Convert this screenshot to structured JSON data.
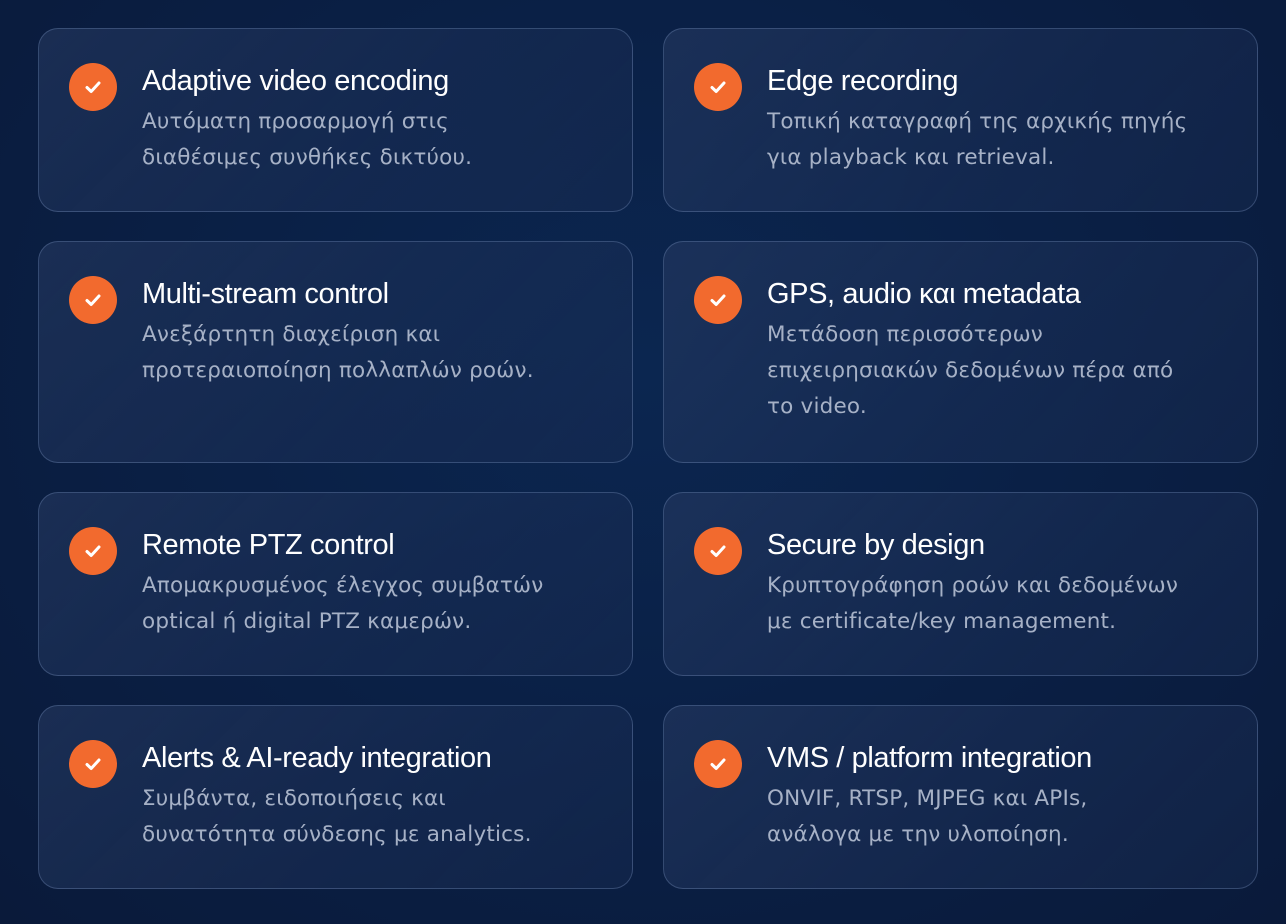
{
  "features": [
    {
      "title": "Adaptive video encoding",
      "lines": [
        "Αυτόματη προσαρμογή στις",
        "διαθέσιμες συνθήκες δικτύου."
      ]
    },
    {
      "title": "Edge recording",
      "lines": [
        "Τοπική καταγραφή της αρχικής πηγής",
        "για playback και retrieval."
      ]
    },
    {
      "title": "Multi-stream control",
      "lines": [
        "Ανεξάρτητη διαχείριση και",
        "προτεραιοποίηση πολλαπλών ροών."
      ]
    },
    {
      "title": "GPS, audio και metadata",
      "lines": [
        "Μετάδοση περισσότερων",
        "επιχειρησιακών δεδομένων πέρα από",
        "το video."
      ]
    },
    {
      "title": "Remote PTZ control",
      "lines": [
        "Απομακρυσμένος έλεγχος συμβατών",
        "optical ή digital PTZ καμερών."
      ]
    },
    {
      "title": "Secure by design",
      "lines": [
        "Κρυπτογράφηση ροών και δεδομένων",
        "με certificate/key management."
      ]
    },
    {
      "title": "Alerts & AI-ready integration",
      "lines": [
        "Συμβάντα, ειδοποιήσεις και",
        "δυνατότητα σύνδεσης με analytics."
      ]
    },
    {
      "title": "VMS / platform integration",
      "lines": [
        "ONVIF, RTSP, MJPEG και APIs,",
        "ανάλογα με την υλοποίηση."
      ]
    }
  ],
  "icon": "check-circle-icon",
  "colors": {
    "accent": "#f26a2e",
    "background": "#0a1f44",
    "title": "#ffffff",
    "description": "#a6b1c6"
  }
}
